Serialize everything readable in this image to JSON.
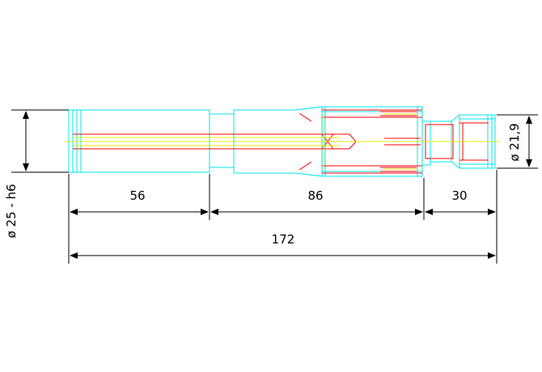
{
  "dimensions": {
    "d1": "56",
    "d2": "86",
    "d3": "30",
    "total": "172",
    "dia_left": "ø 25 - h6",
    "dia_right": "ø 21,9"
  },
  "colors": {
    "outline": "#00e5ee",
    "core": "#ff0000",
    "axis": "#e8e800",
    "dimension": "#000000",
    "background": "#ffffff"
  }
}
